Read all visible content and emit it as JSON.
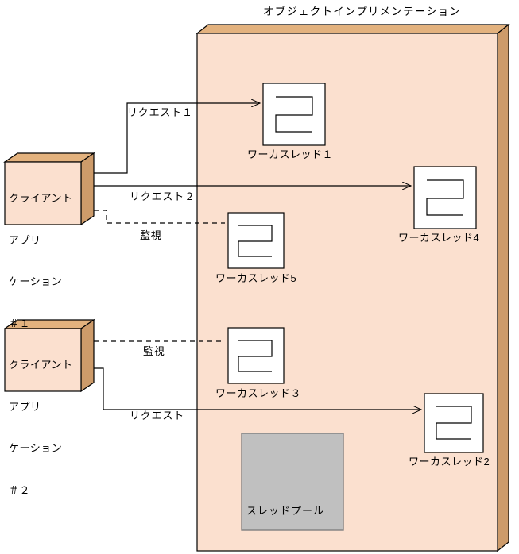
{
  "diagram": {
    "title": "オブジェクトインプリメンテーション",
    "container": {
      "name": "object-implementation-container",
      "fill": "#fbe0cf",
      "side_fill": "#e3b27e",
      "stroke": "#000000"
    },
    "clients": [
      {
        "id": "client-1",
        "lines": [
          "クライアント",
          "アプリ",
          "ケーション",
          "＃１"
        ],
        "fill": "#fbe0cf",
        "side_fill": "#cd9b6a"
      },
      {
        "id": "client-2",
        "lines": [
          "クライアント",
          "アプリ",
          "ケーション",
          "＃２"
        ],
        "fill": "#fbe0cf",
        "side_fill": "#cd9b6a"
      }
    ],
    "worker_threads": [
      {
        "id": "worker-thread-1",
        "label": "ワーカスレッド１"
      },
      {
        "id": "worker-thread-4",
        "label": "ワーカスレッド4"
      },
      {
        "id": "worker-thread-5",
        "label": "ワーカスレッド5"
      },
      {
        "id": "worker-thread-3",
        "label": "ワーカスレッド３"
      },
      {
        "id": "worker-thread-2",
        "label": "ワーカスレッド2"
      }
    ],
    "thread_pool": {
      "label": "スレッドプール",
      "fill": "#c0c0c0",
      "stroke": "#808080"
    },
    "connections": [
      {
        "id": "request-1",
        "label": "リクエスト１",
        "style": "solid"
      },
      {
        "id": "request-2",
        "label": "リクエスト２",
        "style": "solid"
      },
      {
        "id": "monitor-1",
        "label": "監視",
        "style": "dashed"
      },
      {
        "id": "monitor-2",
        "label": "監視",
        "style": "dashed"
      },
      {
        "id": "request-3",
        "label": "リクエスト",
        "style": "solid"
      }
    ]
  }
}
